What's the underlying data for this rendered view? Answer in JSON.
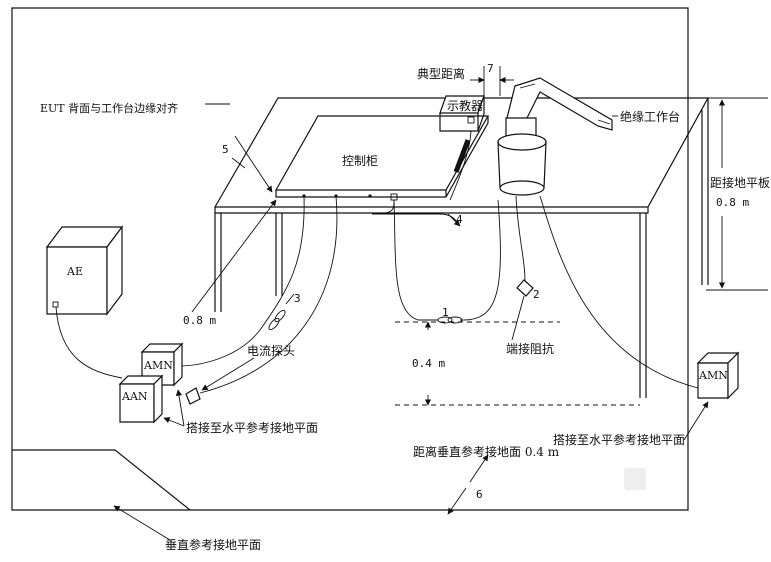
{
  "labels": {
    "eut_align": "EUT 背面与工作台边缘对齐",
    "typical_distance": "典型距离",
    "num_7": "7",
    "oscilloscope": "示教器",
    "insulated_table": "绝缘工作台",
    "control_cabinet": "控制柜",
    "num_5": "5",
    "num_4": "4",
    "num_3": "3",
    "num_1": "1",
    "num_2": "2",
    "num_6": "6",
    "dist_ground_plate": "距接地平板",
    "height_08_right": "0.8 m",
    "height_08_left": "0.8 m",
    "ae": "AE",
    "amn_left": "AMN",
    "aan": "AAN",
    "amn_right": "AMN",
    "current_probe": "电流探头",
    "terminal_impedance": "端接阻抗",
    "height_04": "0.4 m",
    "bond_left": "搭接至水平参考接地平面",
    "bond_right": "搭接至水平参考接地平面",
    "dist_vertical": "距离垂直参考接地面 0.4 m",
    "vertical_plane": "垂直参考接地平面"
  },
  "colors": {
    "line": "#111111",
    "background": "#ffffff",
    "marker": "#eeeeee"
  }
}
